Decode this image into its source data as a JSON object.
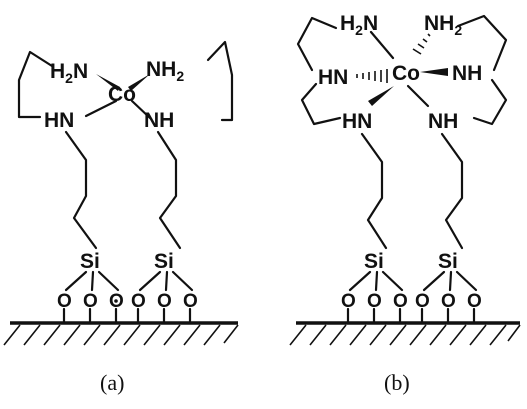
{
  "panels": [
    {
      "caption": "(a)",
      "labels": {
        "metal": "Co",
        "amine_left": "H",
        "amine_left_sub": "2",
        "amine_left_n": "N",
        "amine_right": "NH",
        "amine_right_sub": "2",
        "linker_left": "HN",
        "linker_right": "NH",
        "silicon_left": "Si",
        "silicon_right": "Si"
      },
      "oxygens": [
        "O",
        "O",
        "O",
        "O",
        "O",
        "O"
      ]
    },
    {
      "caption": "(b)",
      "labels": {
        "metal": "Co",
        "amine_left": "H",
        "amine_left_sub": "2",
        "amine_left_n": "N",
        "amine_right": "NH",
        "amine_right_sub": "2",
        "ring_left": "HN",
        "ring_right": "NH",
        "linker_left": "HN",
        "linker_right": "NH",
        "silicon_left": "Si",
        "silicon_right": "Si"
      },
      "oxygens": [
        "O",
        "O",
        "O",
        "O",
        "O",
        "O"
      ]
    }
  ]
}
